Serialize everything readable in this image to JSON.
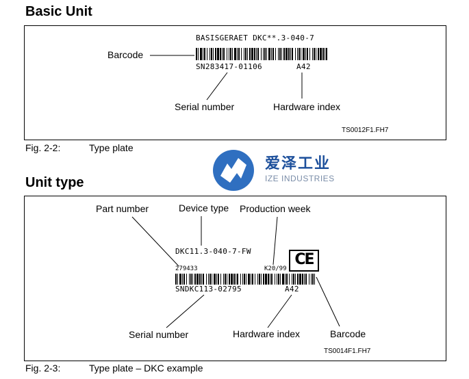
{
  "basic_unit": {
    "heading": "Basic Unit",
    "plate_title": "BASISGERAET DKC**.3-040-7",
    "serial_value": "SN283417-01106",
    "hw_value": "A42",
    "label_barcode": "Barcode",
    "label_serial": "Serial number",
    "label_hardware": "Hardware index",
    "file_code": "TS0012F1.FH7",
    "fig_number": "Fig. 2-2:",
    "fig_caption": "Type plate"
  },
  "watermark": {
    "chinese": "爱泽工业",
    "english": "IZE INDUSTRIES"
  },
  "unit_type": {
    "heading": "Unit type",
    "label_part": "Part number",
    "label_device": "Device type",
    "label_week": "Production week",
    "device_value": "DKC11.3-040-7-FW",
    "part_value": "279433",
    "week_value": "K20/99",
    "ce_mark": "CE",
    "serial_value": "SNDKC113-02795",
    "hw_value": "A42",
    "label_serial": "Serial number",
    "label_hardware": "Hardware index",
    "label_barcode": "Barcode",
    "file_code": "TS0014F1.FH7",
    "fig_number": "Fig. 2-3:",
    "fig_caption": "Type plate – DKC example"
  }
}
